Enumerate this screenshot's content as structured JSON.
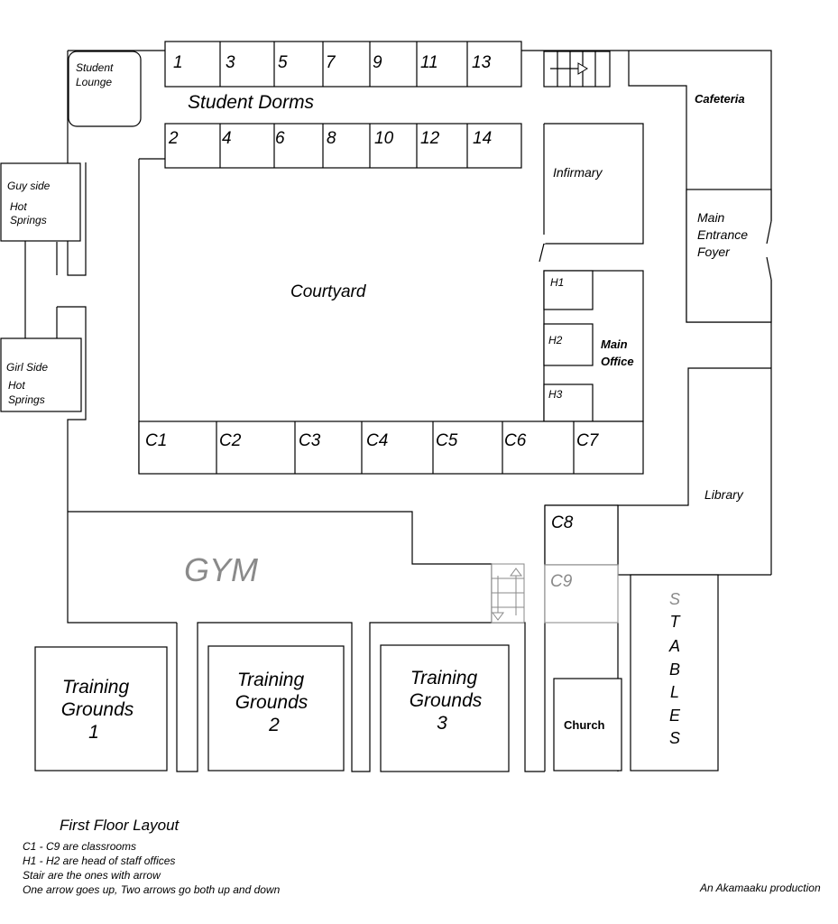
{
  "labels": {
    "student_lounge": [
      "Student",
      "Lounge"
    ],
    "student_dorms": "Student Dorms",
    "dorms_top": [
      "1",
      "3",
      "5",
      "7",
      "9",
      "11",
      "13"
    ],
    "dorms_bottom": [
      "2",
      "4",
      "6",
      "8",
      "10",
      "12",
      "14"
    ],
    "cafeteria": "Cafeteria",
    "infirmary": "Infirmary",
    "main_entrance": [
      "Main",
      "Entrance",
      "Foyer"
    ],
    "guy_side": [
      "Guy side",
      "Hot",
      "Springs"
    ],
    "girl_side": [
      "Girl Side",
      "Hot",
      "Springs"
    ],
    "courtyard": "Courtyard",
    "h1": "H1",
    "h2": "H2",
    "h3": "H3",
    "main_office": [
      "Main",
      "Office"
    ],
    "classrooms": [
      "C1",
      "C2",
      "C3",
      "C4",
      "C5",
      "C6",
      "C7"
    ],
    "c8": "C8",
    "c9": "C9",
    "library": "Library",
    "gym": "GYM",
    "stables": [
      "S",
      "T",
      "A",
      "B",
      "L",
      "E",
      "S"
    ],
    "tg1": [
      "Training",
      "Grounds",
      "1"
    ],
    "tg2": [
      "Training",
      "Grounds",
      "2"
    ],
    "tg3": [
      "Training",
      "Grounds",
      "3"
    ],
    "church": "Church"
  },
  "legend": {
    "title": "First Floor Layout",
    "lines": [
      "C1 - C9 are classrooms",
      "H1 - H2 are head of staff offices",
      "Stair are the ones with arrow",
      "One arrow goes up, Two arrows go both up and down"
    ]
  },
  "credit": "An Akamaaku production"
}
